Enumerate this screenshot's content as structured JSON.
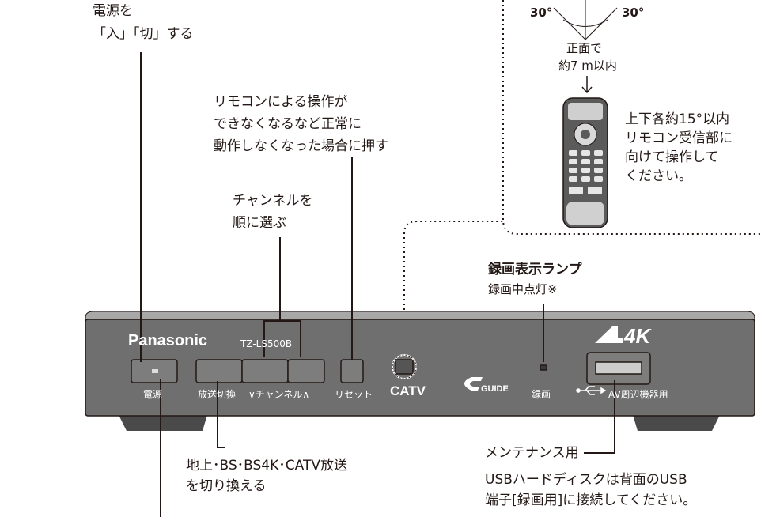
{
  "device": {
    "brand": "Panasonic",
    "model": "TZ-LS500B",
    "badge_4k": "4K",
    "catv": "CATV",
    "g_guide": "GUIDE"
  },
  "buttons": {
    "power": "電源",
    "broadcast_switch": "放送切換",
    "channel": "∨チャンネル∧",
    "reset": "リセット",
    "record_lamp": "録画",
    "usb_port": "AV周辺機器用"
  },
  "callouts": {
    "power_line1": "電源を",
    "power_line2": "「入」「切」する",
    "reset_line1": "リモコンによる操作が",
    "reset_line2": "できなくなるなど正常に",
    "reset_line3": "動作しなくなった場合に押す",
    "channel_line1": "チャンネルを",
    "channel_line2": "順に選ぶ",
    "lamp_title": "録画表示ランプ",
    "lamp_desc": "録画中点灯※",
    "broadcast_line1": "地上･BS･BS4K･CATV放送",
    "broadcast_line2": "を切り換える",
    "usb_line1": "メンテナンス用",
    "usb_line2": "USBハードディスクは背面のUSB",
    "usb_line3": "端子[録画用]に接続してください。"
  },
  "remote_info": {
    "angle_left": "30°",
    "angle_right": "30°",
    "distance_line1": "正面で",
    "distance_line2": "約7 m以内",
    "note_line1": "上下各約15°以内",
    "note_line2": "リモコン受信部に",
    "note_line3": "向けて操作して",
    "note_line4": "ください。"
  }
}
